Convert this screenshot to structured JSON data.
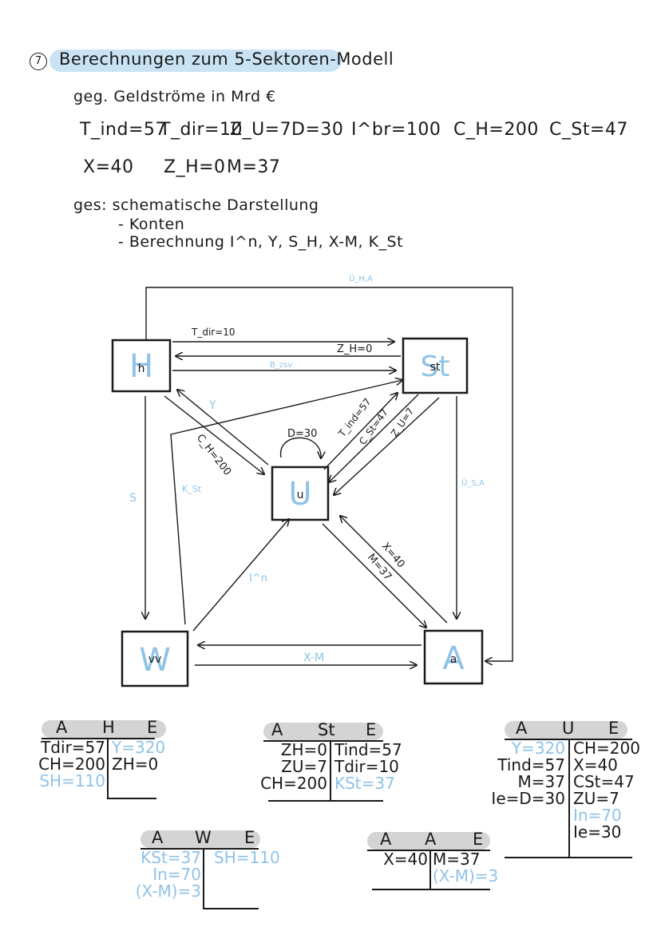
{
  "header": {
    "number": "7",
    "title": "Berechnungen zum 5-Sektoren-Modell"
  },
  "given": {
    "label": "geg. Geldströme in Mrd €",
    "row1": [
      "T_ind=57",
      "T_dir=10",
      "Z_U=7",
      "D=30",
      "I^br=100",
      "C_H=200",
      "C_St=47"
    ],
    "row2": [
      "X=40",
      "Z_H=0",
      "M=37"
    ]
  },
  "sought": {
    "label": "ges: schematische Darstellung",
    "item1": "- Konten",
    "item2": "- Berechnung I^n, Y, S_H, X-M, K_St"
  },
  "diagram": {
    "sectors": {
      "H": {
        "big": "H",
        "small": "h"
      },
      "St": {
        "big": "St",
        "small": "st"
      },
      "U": {
        "big": "U",
        "small": "u"
      },
      "W": {
        "big": "W",
        "small": "vv"
      },
      "A": {
        "big": "A",
        "small": "a"
      }
    },
    "flows": {
      "u_ha": "Ü_H,A",
      "t_dir": "T_dir=10",
      "z_h": "Z_H=0",
      "b_zsv": "B_zsv",
      "y": "Y",
      "c_h": "C_H=200",
      "d": "D=30",
      "t_ind": "T_ind=57",
      "c_st": "C_St=47",
      "z_u": "Z_U=7",
      "s": "S",
      "k_st": "K_St",
      "u_sa": "Ü_S,A",
      "i_n": "I^n",
      "x": "X=40",
      "m": "M=37",
      "x_m": "X-M"
    }
  },
  "accounts": {
    "H": {
      "head": [
        "A",
        "H",
        "E"
      ],
      "left": [
        {
          "t": "Tdir=57",
          "c": "black"
        },
        {
          "t": "CH=200",
          "c": "black"
        },
        {
          "t": "SH=110",
          "c": "blue"
        }
      ],
      "right": [
        {
          "t": "Y=320",
          "c": "blue"
        },
        {
          "t": "ZH=0",
          "c": "black"
        }
      ]
    },
    "St": {
      "head": [
        "A",
        "St",
        "E"
      ],
      "left": [
        {
          "t": "ZH=0",
          "c": "black"
        },
        {
          "t": "ZU=7",
          "c": "black"
        },
        {
          "t": "CH=200",
          "c": "black"
        }
      ],
      "right": [
        {
          "t": "Tind=57",
          "c": "black"
        },
        {
          "t": "Tdir=10",
          "c": "black"
        },
        {
          "t": "KSt=37",
          "c": "blue"
        }
      ]
    },
    "U": {
      "head": [
        "A",
        "U",
        "E"
      ],
      "left": [
        {
          "t": "Y=320",
          "c": "blue"
        },
        {
          "t": "Tind=57",
          "c": "black"
        },
        {
          "t": "M=37",
          "c": "black"
        },
        {
          "t": "Ie=D=30",
          "c": "black"
        }
      ],
      "right": [
        {
          "t": "CH=200",
          "c": "black"
        },
        {
          "t": "X=40",
          "c": "black"
        },
        {
          "t": "CSt=47",
          "c": "black"
        },
        {
          "t": "ZU=7",
          "c": "black"
        },
        {
          "t": "In=70",
          "c": "blue"
        },
        {
          "t": "Ie=30",
          "c": "black"
        }
      ]
    },
    "W": {
      "head": [
        "A",
        "W",
        "E"
      ],
      "left": [
        {
          "t": "KSt=37",
          "c": "blue"
        },
        {
          "t": "In=70",
          "c": "blue"
        },
        {
          "t": "(X-M)=3",
          "c": "blue"
        }
      ],
      "right": [
        {
          "t": "SH=110",
          "c": "blue"
        }
      ]
    },
    "A": {
      "head": [
        "A",
        "A",
        "E"
      ],
      "left": [
        {
          "t": "X=40",
          "c": "black"
        }
      ],
      "right": [
        {
          "t": "M=37",
          "c": "black"
        },
        {
          "t": "(X-M)=3",
          "c": "blue"
        }
      ]
    }
  },
  "colors": {
    "ink": "#1a1a1a",
    "blue": "#8fc3e6",
    "highlight": "#c9e3f5",
    "header_grey": "#d4d4d4"
  }
}
